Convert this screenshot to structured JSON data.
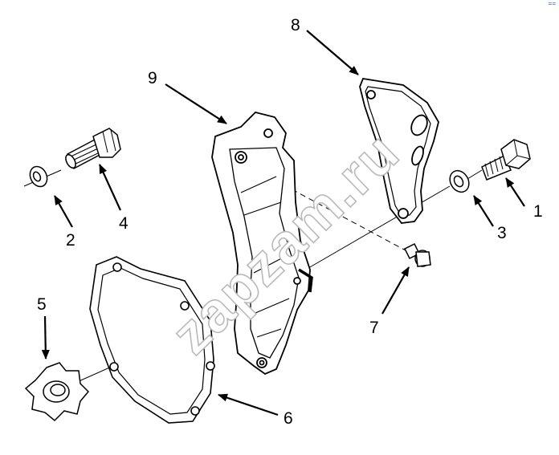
{
  "diagram": {
    "callouts": [
      "1",
      "2",
      "3",
      "4",
      "5",
      "6",
      "7",
      "8",
      "9"
    ],
    "watermark": "zapzam.ru",
    "corner_mark": "=="
  },
  "colors": {
    "line": "#000000",
    "watermark": "#b9b9b9",
    "background": "#ffffff"
  }
}
